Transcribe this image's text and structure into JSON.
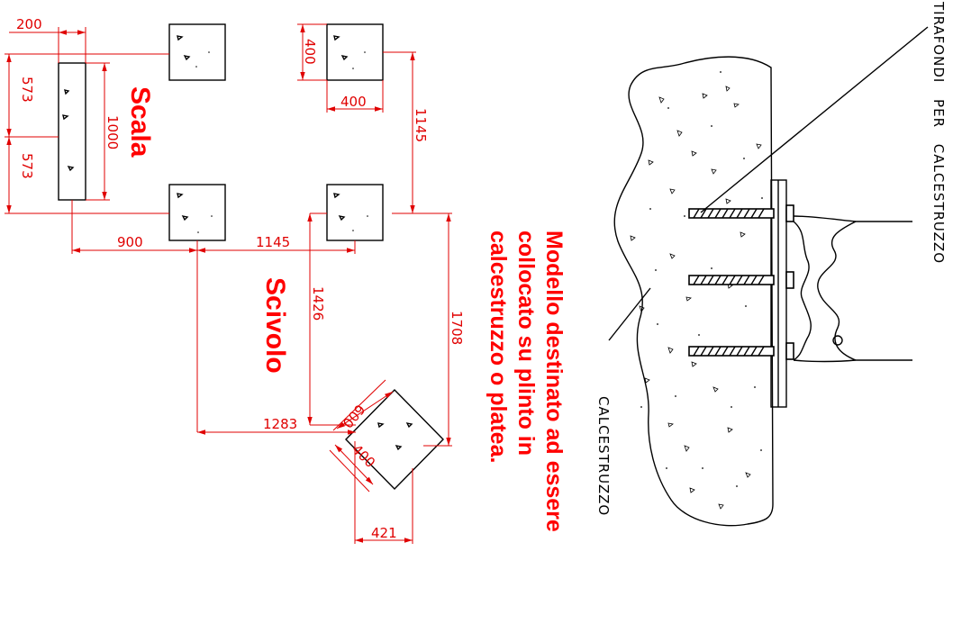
{
  "labels": {
    "scala": "Scala",
    "scivolo": "Scivolo",
    "note_line1": "Modello destinato ad essere",
    "note_line2": "collocato su plinto  in",
    "note_line3": "calcestruzzo o platea.",
    "calcestruzzo": "CALCESTRUZZO",
    "tirafondi": "TIRAFONDI PER CALCESTRUZZO"
  },
  "dimensions": {
    "d200": "200",
    "d573_top": "573",
    "d573_bottom": "573",
    "d1000": "1000",
    "d400_vertical": "400",
    "d400_horizontal": "400",
    "d1145_vertical": "1145",
    "d900": "900",
    "d1145_horizontal": "1145",
    "d1426": "1426",
    "d1708": "1708",
    "d1283": "1283",
    "d600": "600",
    "d400_diag": "400",
    "d421": "421"
  },
  "colors": {
    "dimension": "#e00000",
    "title": "#ff0000",
    "outline": "#000000"
  }
}
